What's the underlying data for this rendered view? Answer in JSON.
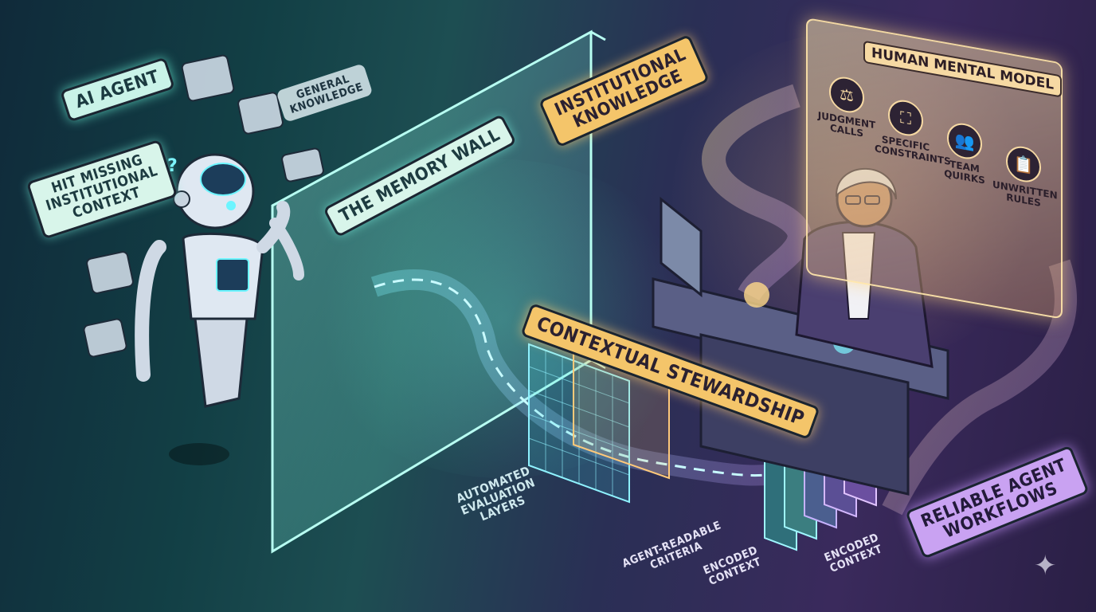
{
  "labels": {
    "ai_agent": "AI AGENT",
    "hit_missing_line1": "HIT MISSING",
    "hit_missing_line2": "INSTITUTIONAL",
    "hit_missing_line3": "CONTEXT",
    "general_knowledge_line1": "GENERAL",
    "general_knowledge_line2": "KNOWLEDGE",
    "memory_wall": "THE MEMORY WALL",
    "institutional_knowledge_line1": "INSTITUTIONAL",
    "institutional_knowledge_line2": "KNOWLEDGE",
    "contextual_stewardship": "CONTEXTUAL STEWARDSHIP",
    "automated_eval_line1": "AUTOMATED",
    "automated_eval_line2": "EVALUATION",
    "automated_eval_line3": "LAYERS",
    "agent_readable_line1": "AGENT-READABLE",
    "agent_readable_line2": "CRITERIA",
    "encoded_context_a_line1": "ENCODED",
    "encoded_context_a_line2": "CONTEXT",
    "encoded_context_b_line1": "ENCODED",
    "encoded_context_b_line2": "CONTEXT",
    "reliable_line1": "RELIABLE AGENT",
    "reliable_line2": "WORKFLOWS"
  },
  "mental_model": {
    "title": "HUMAN MENTAL MODEL",
    "items": [
      {
        "line1": "JUDGMENT",
        "line2": "CALLS",
        "icon": "scales-icon",
        "glyph": "⚖"
      },
      {
        "line1": "SPECIFIC",
        "line2": "CONSTRAINTS",
        "icon": "constraints-icon",
        "glyph": "⛶"
      },
      {
        "line1": "TEAM",
        "line2": "QUIRKS",
        "icon": "team-icon",
        "glyph": "👥"
      },
      {
        "line1": "UNWRITTEN",
        "line2": "RULES",
        "icon": "clipboard-icon",
        "glyph": "📋"
      }
    ]
  },
  "colors": {
    "teal_accent": "#5ef2d0",
    "gold_accent": "#f4c56a",
    "violet_accent": "#c9a2f2"
  }
}
